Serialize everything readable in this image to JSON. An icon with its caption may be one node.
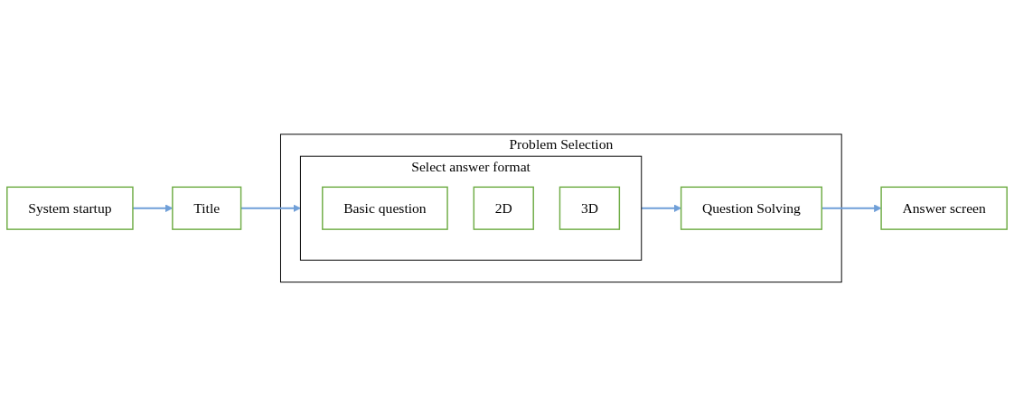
{
  "diagram": {
    "nodes": [
      {
        "text": [
          "System startup"
        ]
      },
      {
        "text": [
          "Title"
        ]
      },
      {
        "text": [
          "Problem Selection"
        ]
      },
      {
        "text": [
          "Select answer format"
        ],
        "in": 2
      },
      {
        "text": [
          "Basic question"
        ],
        "in": 3
      },
      {
        "text": [
          "2D"
        ],
        "in": 3
      },
      {
        "text": [
          "3D"
        ],
        "in": 3
      },
      {
        "text": [
          "Question Solving"
        ],
        "in": 2
      },
      {
        "text": [
          "Answer screen"
        ]
      }
    ],
    "edges": [
      {
        "from": 0,
        "to": 1,
        "arrow": "to"
      },
      {
        "from": 1,
        "to": 3,
        "arrow": "to"
      },
      {
        "from": 3,
        "to": 7,
        "arrow": "to"
      },
      {
        "from": 7,
        "to": 8,
        "arrow": "to"
      }
    ]
  }
}
